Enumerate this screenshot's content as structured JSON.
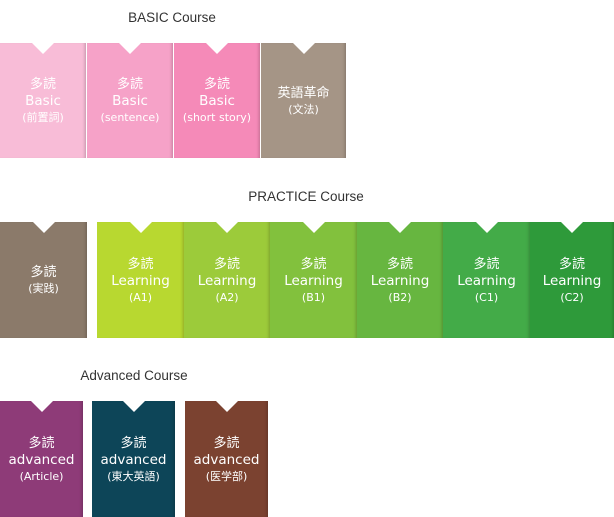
{
  "sections": [
    {
      "title": "BASIC Course",
      "cards": [
        {
          "line1": "多読",
          "line2": "Basic",
          "line3": "(前置詞)",
          "color": "#f8bcd7"
        },
        {
          "line1": "多読",
          "line2": "Basic",
          "line3": "(sentence)",
          "color": "#f6a2c8"
        },
        {
          "line1": "多読",
          "line2": "Basic",
          "line3": "(short story)",
          "color": "#f58ab8"
        },
        {
          "line1": "英語革命",
          "line2": "",
          "line3": "(文法)",
          "color": "#a59586"
        }
      ]
    },
    {
      "title": "PRACTICE Course",
      "cards": [
        {
          "line1": "多読",
          "line2": "",
          "line3": "(実践)",
          "color": "#8b7a6a"
        },
        {
          "line1": "多読",
          "line2": "Learning",
          "line3": "(A1)",
          "color": "#b8d830"
        },
        {
          "line1": "多読",
          "line2": "Learning",
          "line3": "(A2)",
          "color": "#9ccb3a"
        },
        {
          "line1": "多読",
          "line2": "Learning",
          "line3": "(B1)",
          "color": "#82c13d"
        },
        {
          "line1": "多読",
          "line2": "Learning",
          "line3": "(B2)",
          "color": "#67b640"
        },
        {
          "line1": "多読",
          "line2": "Learning",
          "line3": "(C1)",
          "color": "#43ab48"
        },
        {
          "line1": "多読",
          "line2": "Learning",
          "line3": "(C2)",
          "color": "#2e9a3a"
        }
      ]
    },
    {
      "title": "Advanced Course",
      "cards": [
        {
          "line1": "多読",
          "line2": "advanced",
          "line3": "(Article)",
          "color": "#8e3b78"
        },
        {
          "line1": "多読",
          "line2": "advanced",
          "line3": "(東大英語)",
          "color": "#0d4558"
        },
        {
          "line1": "多読",
          "line2": "advanced",
          "line3": "(医学部)",
          "color": "#7b4230"
        }
      ]
    }
  ]
}
